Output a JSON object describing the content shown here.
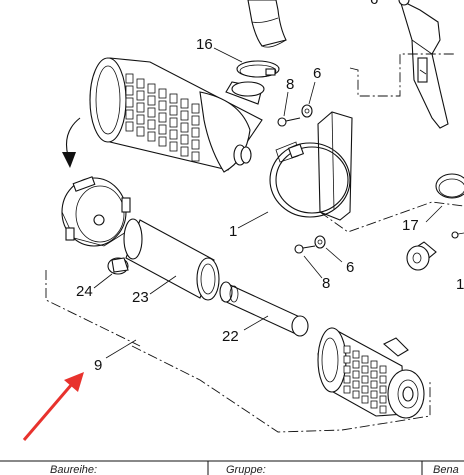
{
  "diagram": {
    "callouts": [
      {
        "id": "16",
        "text": "16"
      },
      {
        "id": "8a",
        "text": "8"
      },
      {
        "id": "6a",
        "text": "6"
      },
      {
        "id": "6top",
        "text": "6"
      },
      {
        "id": "1a",
        "text": "1"
      },
      {
        "id": "17",
        "text": "17"
      },
      {
        "id": "1b",
        "text": "1"
      },
      {
        "id": "6b",
        "text": "6"
      },
      {
        "id": "8b",
        "text": "8"
      },
      {
        "id": "24",
        "text": "24"
      },
      {
        "id": "23",
        "text": "23"
      },
      {
        "id": "22",
        "text": "22"
      },
      {
        "id": "9",
        "text": "9"
      }
    ],
    "arrow_color": "#e8322d"
  },
  "table_header": {
    "col1": "Baureihe:",
    "col2": "Gruppe:",
    "col3": "Bena"
  }
}
